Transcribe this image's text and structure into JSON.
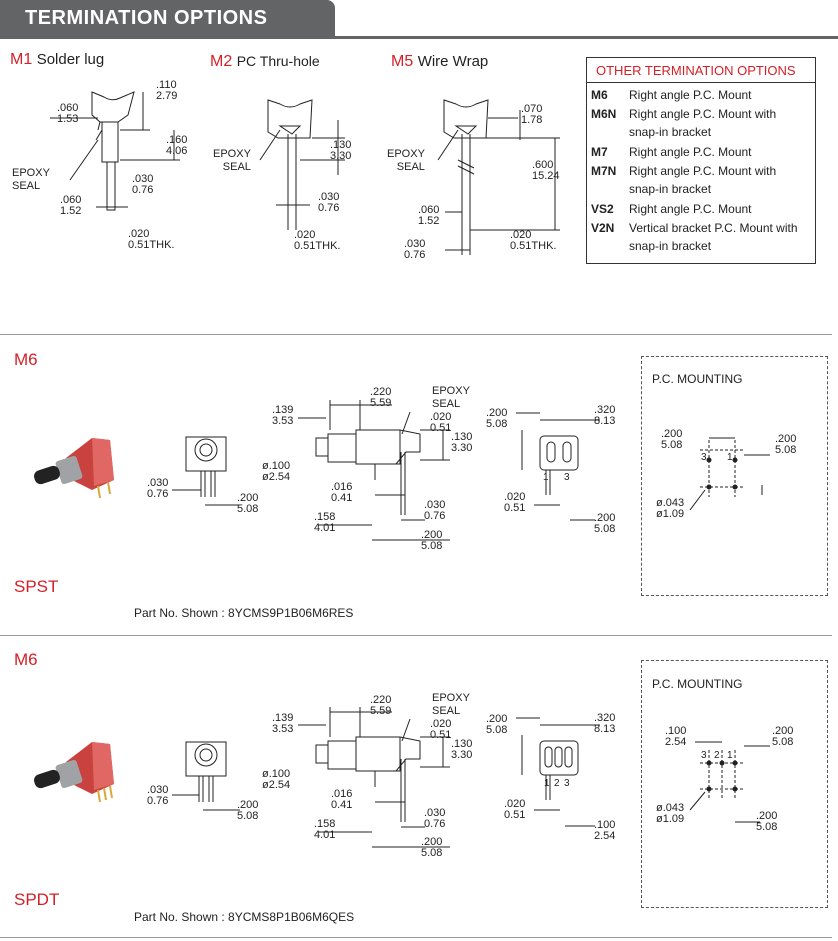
{
  "header": {
    "title": "TERMINATION OPTIONS"
  },
  "options": [
    {
      "code": "M1",
      "label": "Solder lug",
      "dims": [
        ".110\n2.79",
        ".060\n1.53",
        ".160\n4.06",
        ".030\n0.76",
        ".060\n1.52",
        ".020\n0.51THK."
      ],
      "epoxy": "EPOXY\nSEAL"
    },
    {
      "code": "M2",
      "label": "PC Thru-hole",
      "dims": [
        ".130\n3.30",
        ".030\n0.76",
        ".020\n0.51THK."
      ],
      "epoxy": "EPOXY\nSEAL"
    },
    {
      "code": "M5",
      "label": "Wire Wrap",
      "dims": [
        ".070\n1.78",
        ".600\n15.24",
        ".060\n1.52",
        ".030\n0.76",
        ".020\n0.51THK."
      ],
      "epoxy": "EPOXY\nSEAL"
    }
  ],
  "other_options": {
    "title": "OTHER TERMINATION OPTIONS",
    "rows": [
      {
        "code": "M6",
        "desc": "Right angle P.C. Mount"
      },
      {
        "code": "M6N",
        "desc": "Right angle P.C. Mount with snap-in bracket"
      },
      {
        "code": "M7",
        "desc": "Right angle P.C. Mount"
      },
      {
        "code": "M7N",
        "desc": "Right angle P.C. Mount with snap-in bracket"
      },
      {
        "code": "VS2",
        "desc": "Right angle P.C. Mount"
      },
      {
        "code": "V2N",
        "desc": "Vertical bracket P.C. Mount with snap-in bracket"
      }
    ]
  },
  "sections": [
    {
      "code": "M6",
      "pole": "SPST",
      "part_no": "Part No. Shown : 8YCMS9P1B06M6RES",
      "pc_title": "P.C. MOUNTING",
      "front_dims": [
        ".030\n0.76",
        ".200\n5.08"
      ],
      "side_dims": [
        ".139\n3.53",
        ".220\n5.59",
        ".020\n0.51",
        ".130\n3.30",
        "ø.100\nø2.54",
        ".016\n0.41",
        ".030\n0.76",
        ".158\n4.01",
        ".200\n5.08"
      ],
      "side_epoxy": "EPOXY\nSEAL",
      "bottom_dims": [
        ".200\n5.08",
        ".320\n8.13",
        ".020\n0.51",
        ".200\n5.08"
      ],
      "bottom_pins": [
        "1",
        "3"
      ],
      "pc_dims": [
        ".200\n5.08",
        ".200\n5.08",
        "ø.043\nø1.09"
      ],
      "pc_pins": [
        "3",
        "1"
      ]
    },
    {
      "code": "M6",
      "pole": "SPDT",
      "part_no": "Part No. Shown : 8YCMS8P1B06M6QES",
      "pc_title": "P.C. MOUNTING",
      "front_dims": [
        ".030\n0.76",
        ".200\n5.08"
      ],
      "side_dims": [
        ".139\n3.53",
        ".220\n5.59",
        ".020\n0.51",
        ".130\n3.30",
        "ø.100\nø2.54",
        ".016\n0.41",
        ".030\n0.76",
        ".158\n4.01",
        ".200\n5.08"
      ],
      "side_epoxy": "EPOXY\nSEAL",
      "bottom_dims": [
        ".200\n5.08",
        ".320\n8.13",
        ".020\n0.51",
        ".100\n2.54"
      ],
      "bottom_pins": [
        "1",
        "2",
        "3"
      ],
      "pc_dims": [
        ".100\n2.54",
        ".200\n5.08",
        "ø.043\nø1.09",
        ".200\n5.08"
      ],
      "pc_pins": [
        "3",
        "2",
        "1"
      ]
    }
  ],
  "colors": {
    "accent": "#d42027",
    "header_bg": "#636466",
    "switch_red": "#c9423f"
  }
}
